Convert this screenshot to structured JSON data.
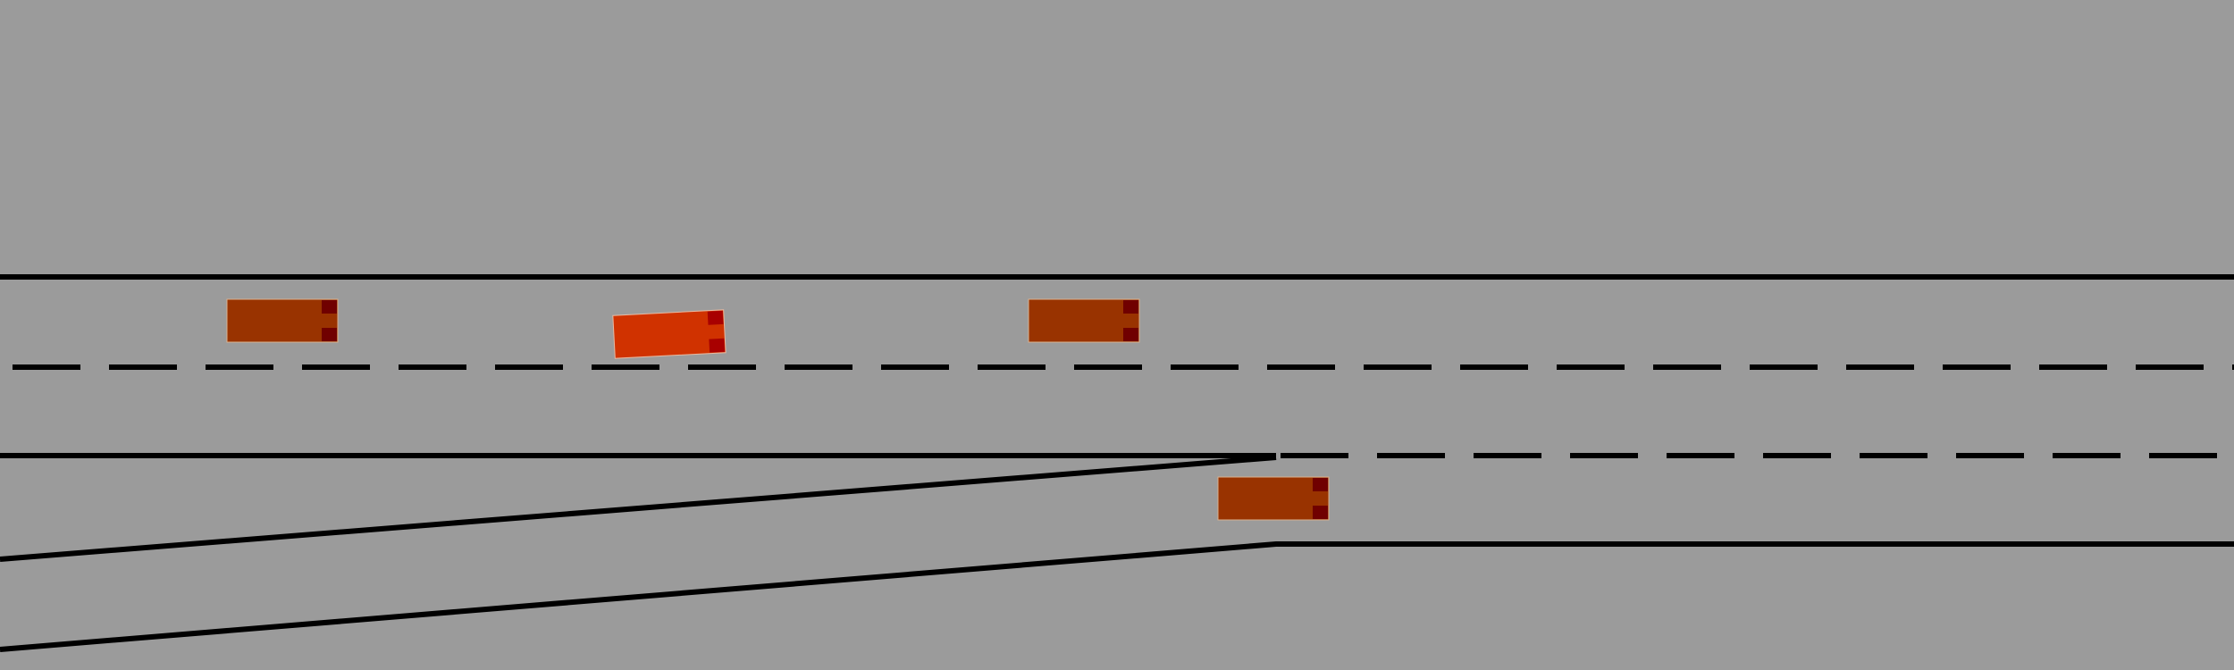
{
  "scene": {
    "type": "highway-merge-simulation",
    "colors": {
      "road": "#9b9b9b",
      "lane_line": "#000000",
      "vehicle_other": "#993300",
      "vehicle_ego": "#d03200",
      "tail_light": "#700000"
    },
    "lanes": [
      {
        "name": "top-lane"
      },
      {
        "name": "middle-lane"
      },
      {
        "name": "merge-lane"
      }
    ],
    "vehicles": [
      {
        "id": "vehicle-1",
        "role": "other",
        "lane": "top-lane",
        "heading_deg": 0
      },
      {
        "id": "ego-vehicle",
        "role": "ego",
        "lane": "top-lane",
        "heading_deg": -3
      },
      {
        "id": "vehicle-2",
        "role": "other",
        "lane": "top-lane",
        "heading_deg": 0
      },
      {
        "id": "vehicle-3",
        "role": "other",
        "lane": "merge-lane",
        "heading_deg": 0
      }
    ]
  }
}
